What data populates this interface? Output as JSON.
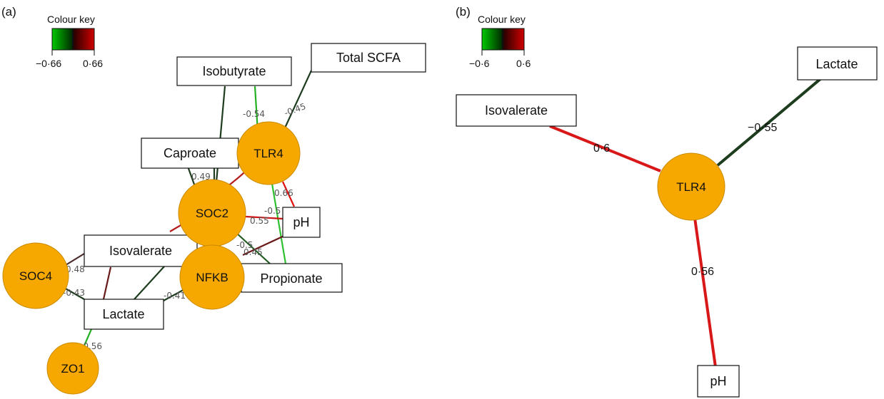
{
  "panel_a": {
    "label": "(a)",
    "colour_key": {
      "title": "Colour key",
      "min": "−0·66",
      "max": "0·66",
      "neg_color": "#00c800",
      "pos_color": "#d00000"
    },
    "boxes": {
      "isobutyrate": "Isobutyrate",
      "total_scfa": "Total SCFA",
      "caproate": "Caproate",
      "ph": "pH",
      "isovalerate": "Isovalerate",
      "propionate": "Propionate",
      "lactate": "Lactate"
    },
    "nodes": {
      "tlr4": "TLR4",
      "soc2": "SOC2",
      "soc4": "SOC4",
      "nfkb": "NFKB",
      "zo1": "ZO1"
    },
    "edge_labels": {
      "isobutyrate_tlr4": "-0.54",
      "totalscfa_tlr4": "-0.45",
      "caproate_soc2": "0.49",
      "tlr4_ph": "0.66",
      "soc2_ph_a": "-0.5",
      "soc2_ph_b": "0.55",
      "soc2_propionate_a": "-0.5",
      "soc2_propionate_b": "0.45",
      "soc4_isovalerate": "0.48",
      "soc4_lactate": "-0.43",
      "nfkb_lactate": "-0.41",
      "lactate_zo1": "-0.56"
    }
  },
  "panel_b": {
    "label": "(b)",
    "colour_key": {
      "title": "Colour key",
      "min": "−0·6",
      "max": "0·6",
      "neg_color": "#00c800",
      "pos_color": "#d00000"
    },
    "boxes": {
      "lactate": "Lactate",
      "isovalerate": "Isovalerate",
      "ph": "pH"
    },
    "nodes": {
      "tlr4": "TLR4"
    },
    "edge_labels": {
      "isovalerate_tlr4": "0·6",
      "lactate_tlr4": "−0·55",
      "tlr4_ph": "0·56"
    }
  }
}
